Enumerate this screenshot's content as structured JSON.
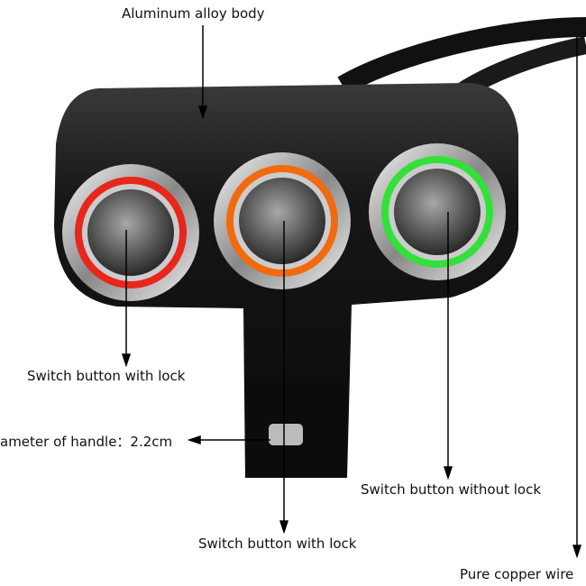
{
  "labels": {
    "body": "Aluminum alloy body",
    "left_switch": "Switch button with lock",
    "handle": "ameter of handle：2.2cm",
    "right_switch": "Switch button without lock",
    "middle_switch": "Switch button with lock",
    "wire": "Pure copper wire"
  },
  "colors": {
    "red_ring": "#e8261c",
    "orange_ring": "#f26a10",
    "green_ring": "#33e03a",
    "body": "#141414"
  }
}
